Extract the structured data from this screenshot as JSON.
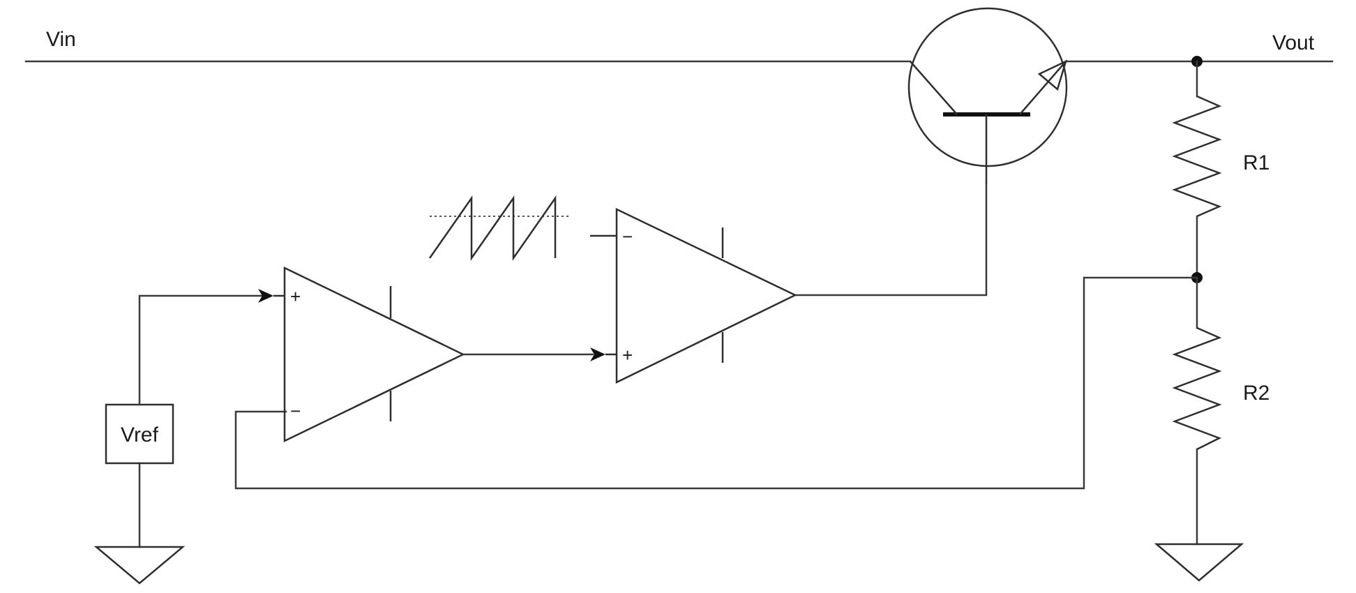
{
  "labels": {
    "vin": "Vin",
    "vout": "Vout",
    "r1": "R1",
    "r2": "R2",
    "vref": "Vref"
  },
  "pins": {
    "plus": "+",
    "minus": "−"
  },
  "colors": {
    "line": "#3a3a3a",
    "background": "#ffffff"
  }
}
